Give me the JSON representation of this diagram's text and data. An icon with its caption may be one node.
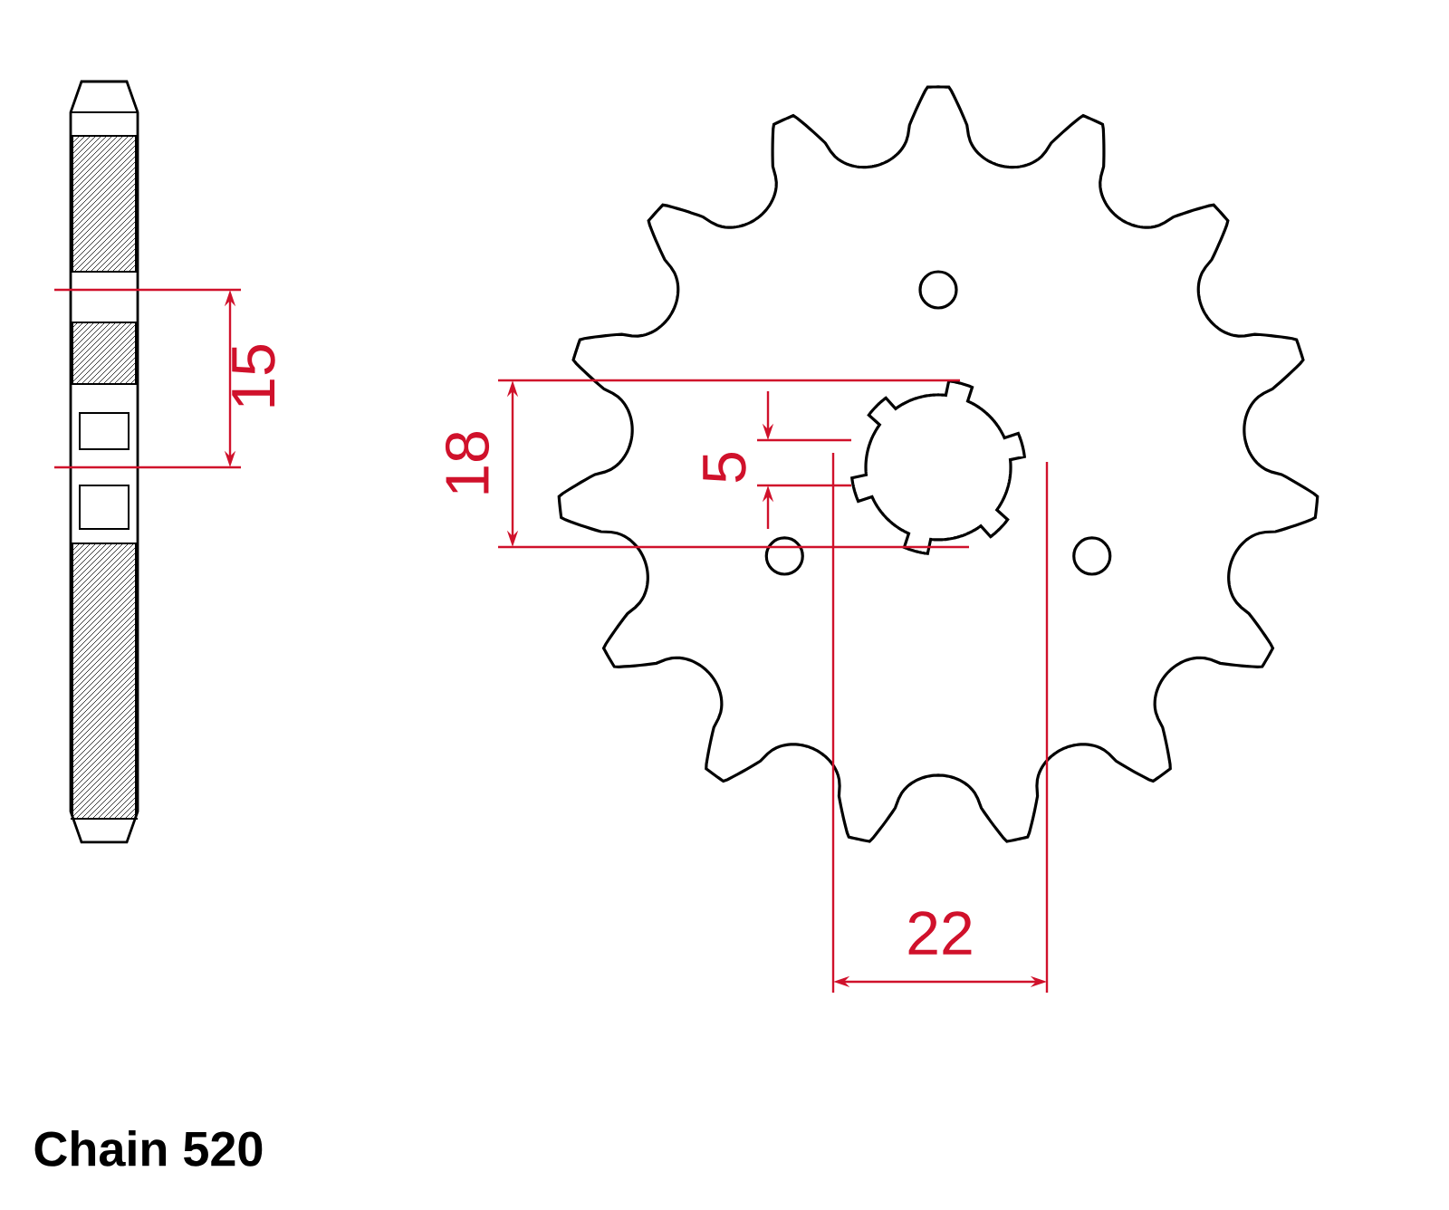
{
  "diagram": {
    "labels": [
      "15",
      "18",
      "5",
      "22",
      "Chain 520"
    ]
  }
}
